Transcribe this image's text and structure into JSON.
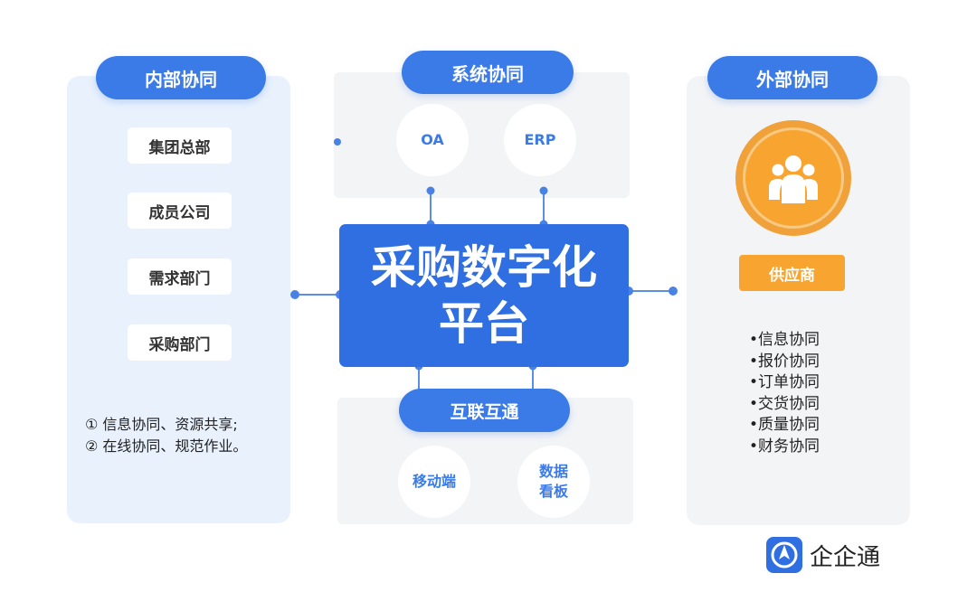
{
  "left": {
    "header": "内部协同",
    "items": [
      "集团总部",
      "成员公司",
      "需求部门",
      "采购部门"
    ],
    "notes": [
      "① 信息协同、资源共享;",
      "② 在线协同、规范作业。"
    ]
  },
  "top": {
    "header": "系统协同",
    "circles": [
      "OA",
      "ERP"
    ]
  },
  "center": {
    "line1": "采购数字化",
    "line2": "平台"
  },
  "bottom": {
    "header": "互联互通",
    "circles": [
      "移动端",
      "数据\n看板"
    ]
  },
  "right": {
    "header": "外部协同",
    "tag": "供应商",
    "bullets": [
      "•信息协同",
      "•报价协同",
      "•订单协同",
      "•交货协同",
      "•质量协同",
      "•财务协同"
    ]
  },
  "brand": {
    "name": "企企通"
  },
  "colors": {
    "primary": "#2f6fe2",
    "pill": "#3a7be8",
    "accent_orange": "#f7a431",
    "panel_left": "#e9f1fd",
    "panel_grey": "#f3f4f6"
  },
  "icons": [
    "people-icon",
    "compass-logo-icon"
  ]
}
